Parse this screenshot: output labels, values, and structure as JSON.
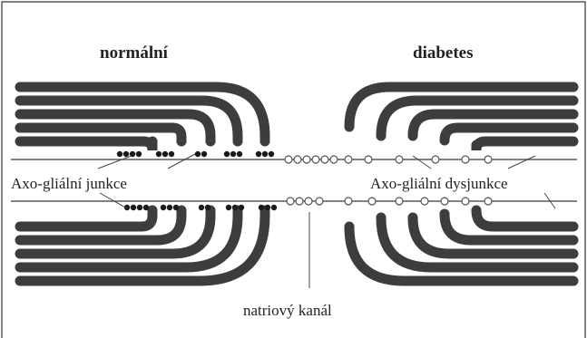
{
  "headings": {
    "left": "normální",
    "right": "diabetes"
  },
  "labels": {
    "left_junction": "Axo-gliální junkce",
    "right_junction": "Axo-gliální dysjunkce",
    "sodium_channel": "natriový kanál"
  },
  "colors": {
    "myelin": "#3d3d3d",
    "junction": "#1a1a1a",
    "axon": "#5a5a5a",
    "frame": "#333333"
  }
}
